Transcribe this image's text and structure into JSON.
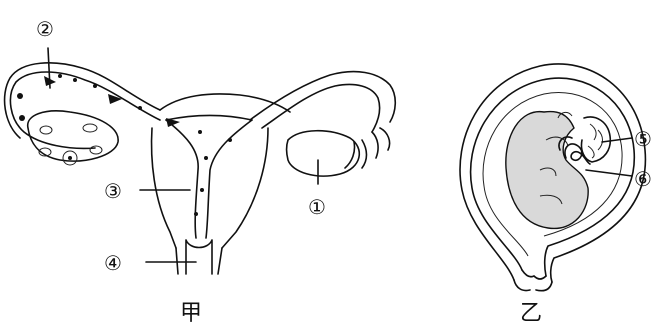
{
  "figure_a": {
    "caption": "甲",
    "labels": {
      "l1": "①",
      "l2": "②",
      "l3": "③",
      "l4": "④"
    }
  },
  "figure_b": {
    "caption": "乙",
    "labels": {
      "l5": "⑤",
      "l6": "⑥"
    }
  },
  "colors": {
    "stroke": "#111111",
    "fetus_fill": "#d9d9d9",
    "background": "#ffffff"
  }
}
